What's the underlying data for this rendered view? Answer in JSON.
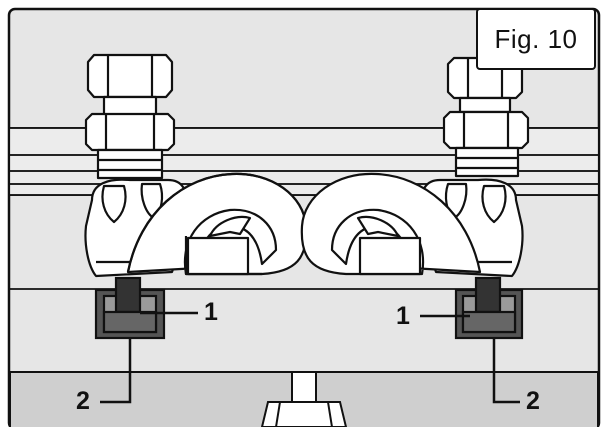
{
  "figure": {
    "label": "Fig. 10"
  },
  "callouts": {
    "left_1": "1",
    "left_2": "2",
    "right_1": "1",
    "right_2": "2"
  },
  "colors": {
    "outline": "#111111",
    "panel_light": "#e6e6e6",
    "panel_gray": "#cfcfcf",
    "part_fill": "#ffffff",
    "block_dark": "#555555",
    "block_light": "#9a9a9a"
  }
}
